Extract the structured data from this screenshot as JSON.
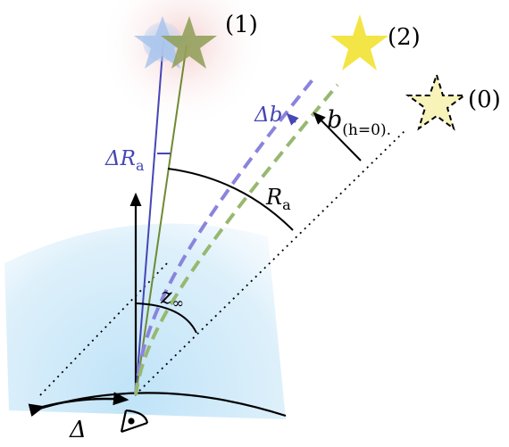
{
  "labels": {
    "star1": "(1)",
    "star2": "(2)",
    "star0": "(0)",
    "delta_b_sym": "Δb",
    "b_sym": "b",
    "b_sub": "(h=0)",
    "b_trail": ".",
    "delta_R_sym": "ΔR",
    "delta_R_sub": "a",
    "R_sym": "R",
    "R_sub": "a",
    "z_sym": "z",
    "z_sub": "∞",
    "delta_sym": "Δ"
  },
  "colors": {
    "blue": "#4646b4",
    "green": "#6f8a34",
    "black": "#000000",
    "star_yellow": "#f3e546",
    "star_pale": "#f7f3b9",
    "atmosphere": "#cfe8f7"
  },
  "icons": {
    "observer": "eye-icon",
    "stars": "star-icon"
  }
}
